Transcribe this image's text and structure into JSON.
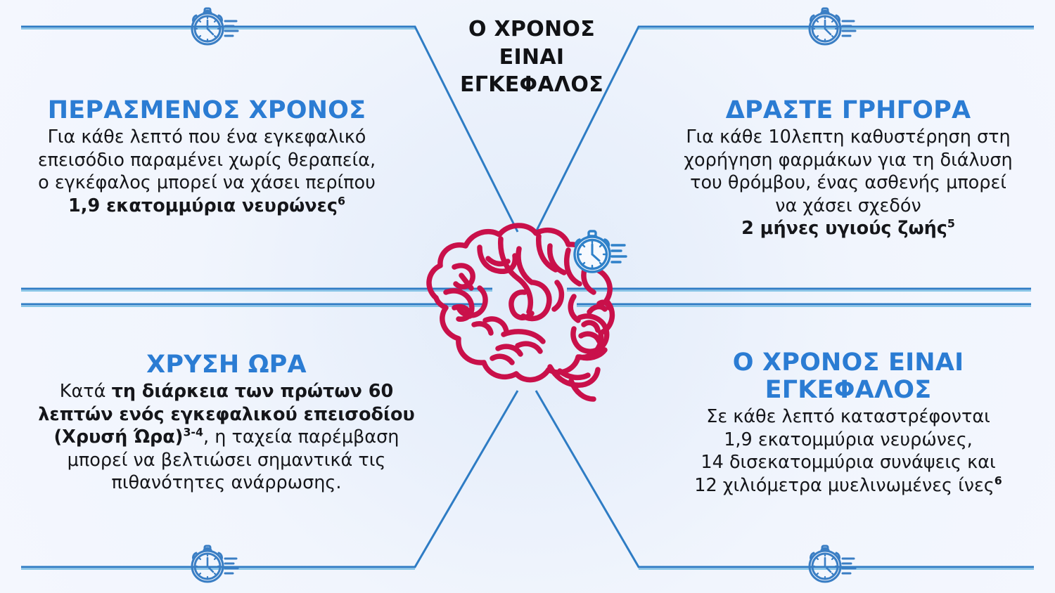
{
  "theme": {
    "background": "#f2f6fd",
    "heading_blue": "#2b7cd3",
    "line_blue": "#2e7cc4",
    "line_blue_light": "#63b6e0",
    "brain_crimson": "#c9104a",
    "body_text": "#15161a",
    "center_title_color": "#111215"
  },
  "center": {
    "title": "Ο ΧΡΟΝΟΣ\nΕΙΝΑΙ\nΕΓΚΕΦΑΛΟΣ"
  },
  "quadrants": {
    "top_left": {
      "heading": "ΠΕΡΑΣΜΕΝΟΣ ΧΡΟΝΟΣ",
      "body_plain": "Για κάθε λεπτό που ένα εγκεφαλικό επεισόδιο παραμένει χωρίς θεραπεία, ο εγκέφαλος μπορεί να χάσει περίπου",
      "body_lines": [
        "Για κάθε λεπτό που ένα εγκεφαλικό",
        "επεισόδιο παραμένει χωρίς θεραπεία,",
        "ο εγκέφαλος μπορεί να χάσει περίπου"
      ],
      "emphasis": "1,9 εκατομμύρια νευρώνες",
      "superscript": "6"
    },
    "top_right": {
      "heading": "ΔΡΑΣΤΕ ΓΡΗΓΟΡΑ",
      "body_lines": [
        "Για κάθε 10λεπτη καθυστέρηση στη",
        "χορήγηση φαρμάκων για τη διάλυση",
        "του θρόμβου, ένας ασθενής μπορεί",
        "να χάσει σχεδόν"
      ],
      "emphasis": "2 μήνες υγιούς ζωής",
      "superscript": "5"
    },
    "bottom_left": {
      "heading": "ΧΡΥΣΗ ΩΡΑ",
      "lead": "Κατά ",
      "emphasis": "τη διάρκεια των πρώτων 60 λεπτών ενός εγκεφαλικού επεισοδίου (Χρυσή Ώρα)",
      "superscript": "3-4",
      "tail": ", η ταχεία παρέμβαση μπορεί να βελτιώσει σημαντικά τις πιθανότητες ανάρρωσης.",
      "tail_lines": [
        ", η ταχεία",
        "παρέμβαση μπορεί να βελτιώσει",
        "σημαντικά τις πιθανότητες",
        "ανάρρωσης."
      ]
    },
    "bottom_right": {
      "heading": "Ο ΧΡΟΝΟΣ ΕΙΝΑΙ\nΕΓΚΕΦΑΛΟΣ",
      "body_lines": [
        "Σε κάθε λεπτό καταστρέφονται",
        "1,9 εκατομμύρια νευρώνες,",
        "14 δισεκατομμύρια συνάψεις και",
        "12 χιλιόμετρα μυελινωμένες ίνες"
      ],
      "superscript": "6"
    }
  },
  "icons": {
    "stopwatch": "stopwatch-icon",
    "brain": "brain-icon"
  }
}
